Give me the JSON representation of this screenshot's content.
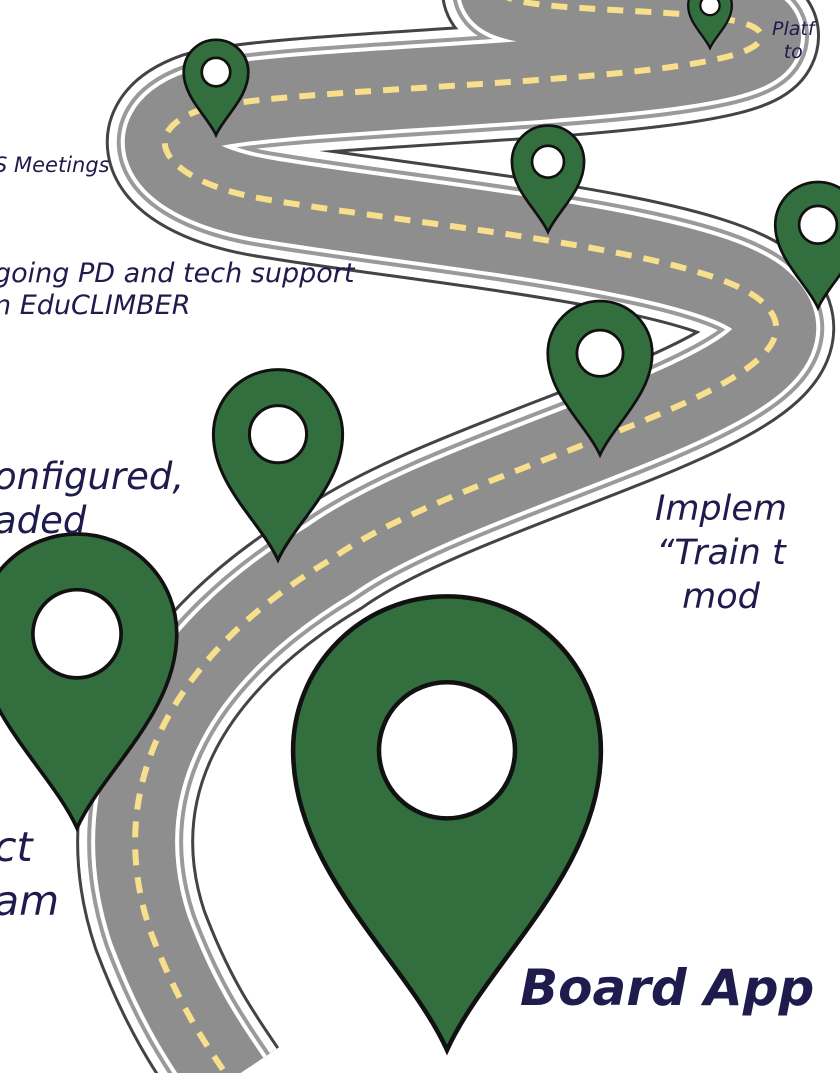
{
  "milestones": {
    "platform": {
      "lines": [
        "Platf",
        "to"
      ]
    },
    "meetings": {
      "lines": [
        "S Meetings"
      ]
    },
    "pd": {
      "lines": [
        "going PD and tech support",
        "n EduCLIMBER"
      ]
    },
    "configured": {
      "lines": [
        "onfigured,",
        "aded"
      ]
    },
    "implement": {
      "lines": [
        "Implem",
        "“Train t",
        "mod"
      ]
    },
    "contract": {
      "lines": [
        "ct",
        "am"
      ]
    },
    "board": {
      "lines": [
        "Board App"
      ]
    }
  },
  "colors": {
    "road_asphalt": "#8e8e8e",
    "road_edge": "#ffffff",
    "road_outline": "#444444",
    "center_line": "#f7df8c",
    "pin_fill": "#336e3e",
    "pin_stroke": "#111111",
    "label_text": "#1f1b4d"
  }
}
